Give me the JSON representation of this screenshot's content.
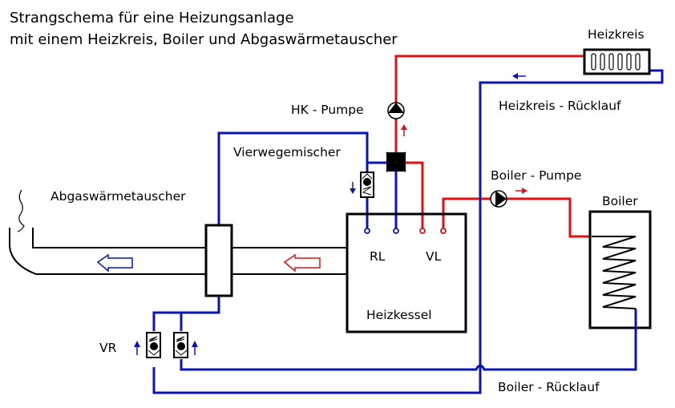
{
  "title": {
    "line1": "Strangschema für eine Heizungsanlage",
    "line2": "mit einem Heizkreis, Boiler und Abgaswärmetauscher"
  },
  "labels": {
    "heizkreis": "Heizkreis",
    "heizkreis_ruecklauf": "Heizkreis - Rücklauf",
    "hk_pumpe": "HK - Pumpe",
    "vierwegemischer": "Vierwegemischer",
    "abgaswaermetauscher": "Abgaswärmetauscher",
    "boiler_pumpe": "Boiler - Pumpe",
    "boiler": "Boiler",
    "rl": "RL",
    "vl": "VL",
    "heizkessel": "Heizkessel",
    "vr": "VR",
    "boiler_ruecklauf": "Boiler - Rücklauf"
  },
  "colors": {
    "supply": "#e01010",
    "return": "#0a14b4",
    "outline": "#000000"
  },
  "components": [
    {
      "name": "Heizkreis",
      "type": "radiator",
      "ribs": 6
    },
    {
      "name": "HK - Pumpe",
      "type": "pump",
      "direction": "up"
    },
    {
      "name": "Vierwegemischer",
      "type": "four-way-mixer"
    },
    {
      "name": "Boiler - Pumpe",
      "type": "pump",
      "direction": "right"
    },
    {
      "name": "Boiler",
      "type": "storage-tank-with-coil"
    },
    {
      "name": "Heizkessel",
      "type": "boiler",
      "connections": [
        "RL",
        "RL",
        "VL",
        "VL"
      ]
    },
    {
      "name": "Abgaswärmetauscher",
      "type": "flue-gas-heat-exchanger"
    },
    {
      "name": "VR",
      "type": "check-valve",
      "count": 3
    }
  ]
}
